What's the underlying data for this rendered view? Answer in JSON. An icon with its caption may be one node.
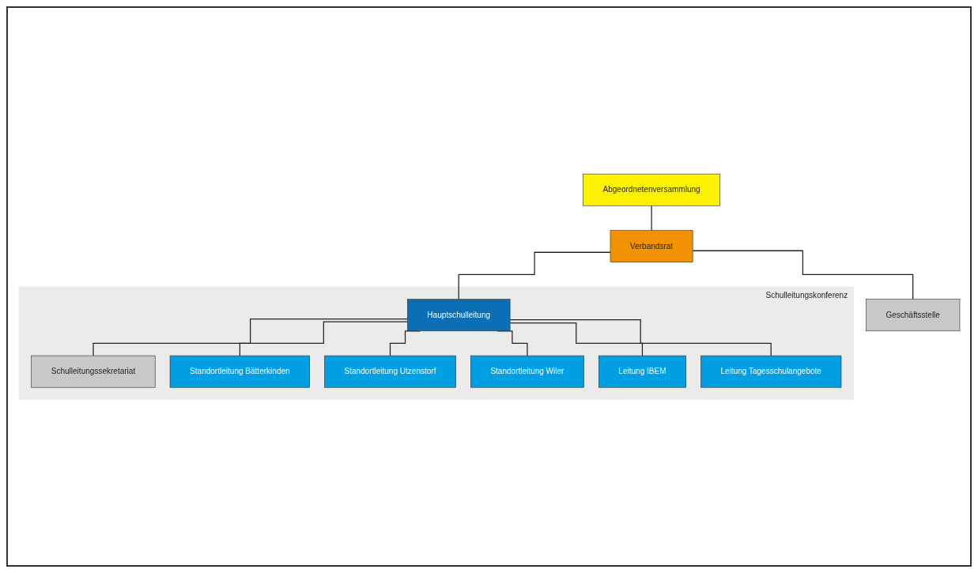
{
  "diagram": {
    "nodes": [
      {
        "text": [
          "Abgeordnetenversammlung"
        ]
      },
      {
        "text": [
          "Verbandsrat"
        ]
      },
      {
        "text": [
          "Geschäftsstelle"
        ]
      },
      {
        "text": [
          "Schulleitungskonferenz"
        ]
      },
      {
        "text": [
          "Hauptschulleitung"
        ],
        "in": 3
      },
      {
        "text": [
          "Schulleitungssekretariat"
        ],
        "in": 3
      },
      {
        "text": [
          "Standortleitung Bätterkinden"
        ],
        "in": 3
      },
      {
        "text": [
          "Standortleitung Utzenstorf"
        ],
        "in": 3
      },
      {
        "text": [
          "Standortleitung Wiler"
        ],
        "in": 3
      },
      {
        "text": [
          "Leitung IBEM"
        ],
        "in": 3
      },
      {
        "text": [
          "Leitung Tagesschulangebote"
        ],
        "in": 3
      }
    ],
    "edges": [
      {
        "from": 0,
        "to": 1,
        "arrow": "none"
      },
      {
        "from": 1,
        "to": 2,
        "arrow": "none"
      },
      {
        "from": 1,
        "to": 4,
        "arrow": "none"
      },
      {
        "from": 4,
        "to": 5,
        "arrow": "none"
      },
      {
        "from": 4,
        "to": 6,
        "arrow": "none"
      },
      {
        "from": 4,
        "to": 7,
        "arrow": "none"
      },
      {
        "from": 4,
        "to": 8,
        "arrow": "none"
      },
      {
        "from": 4,
        "to": 9,
        "arrow": "none"
      },
      {
        "from": 4,
        "to": 10,
        "arrow": "none"
      }
    ]
  }
}
